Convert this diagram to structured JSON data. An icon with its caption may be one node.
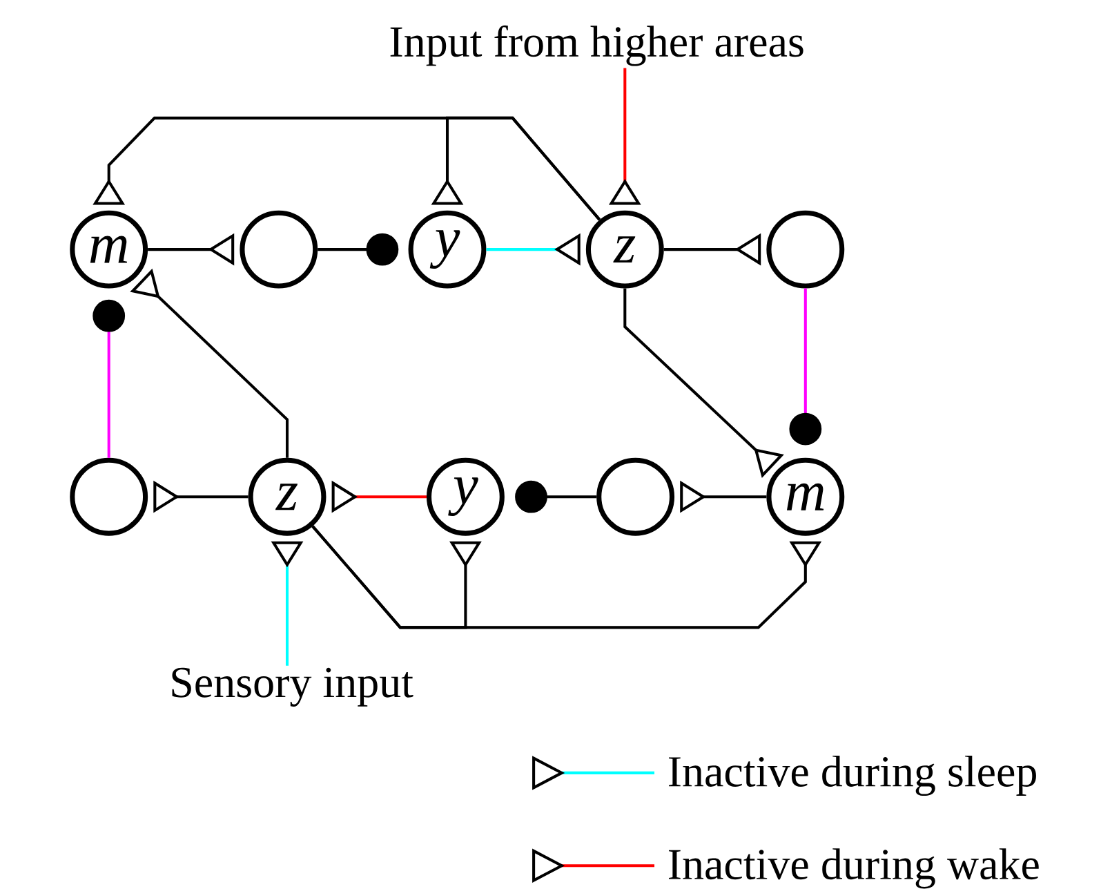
{
  "diagram": {
    "nodes": [
      {
        "text": [
          "Input from higher areas"
        ]
      },
      {
        "text": [
          "m"
        ]
      },
      {
        "text": [],
        "shape": "circle"
      },
      {
        "text": [
          "y"
        ]
      },
      {
        "text": [
          "z"
        ]
      },
      {
        "text": [],
        "shape": "circle"
      },
      {
        "text": [],
        "shape": "circle"
      },
      {
        "text": [
          "z"
        ]
      },
      {
        "text": [
          "y"
        ]
      },
      {
        "text": [],
        "shape": "circle"
      },
      {
        "text": [
          "m"
        ]
      },
      {
        "text": [
          "Sensory input"
        ]
      }
    ],
    "edges": [
      {
        "from": 1,
        "to": 2,
        "arrow": "other"
      },
      {
        "from": 2,
        "to": 3,
        "arrow": "other"
      },
      {
        "from": 3,
        "to": 4,
        "arrow": "other",
        "color": "#00ffff"
      },
      {
        "from": 4,
        "to": 5,
        "arrow": "other"
      },
      {
        "from": 5,
        "to": 10,
        "arrow": "other",
        "color": "#ff00ff"
      },
      {
        "from": 6,
        "to": 1,
        "arrow": "other",
        "color": "#ff00ff"
      },
      {
        "from": 7,
        "to": 6,
        "arrow": "other"
      },
      {
        "from": 8,
        "to": 7,
        "arrow": "other",
        "color": "#ff0000"
      },
      {
        "from": 9,
        "to": 8,
        "arrow": "other"
      },
      {
        "from": 10,
        "to": 9,
        "arrow": "other"
      },
      {
        "from": 7,
        "to": 1,
        "arrow": "other"
      },
      {
        "from": 4,
        "to": 10,
        "arrow": "other"
      },
      {
        "from": 4,
        "to": 1,
        "arrow": "other"
      },
      {
        "from": 4,
        "to": 3,
        "arrow": "other"
      },
      {
        "from": 0,
        "to": 4,
        "arrow": "other",
        "color": "#ff0000"
      },
      {
        "from": 7,
        "to": 10,
        "arrow": "other"
      },
      {
        "from": 7,
        "to": 8,
        "arrow": "other"
      },
      {
        "from": 11,
        "to": 7,
        "arrow": "other",
        "color": "#00ffff"
      }
    ],
    "legend": [
      {
        "text": "Inactive during sleep"
      },
      {
        "text": "Inactive during wake"
      }
    ]
  }
}
